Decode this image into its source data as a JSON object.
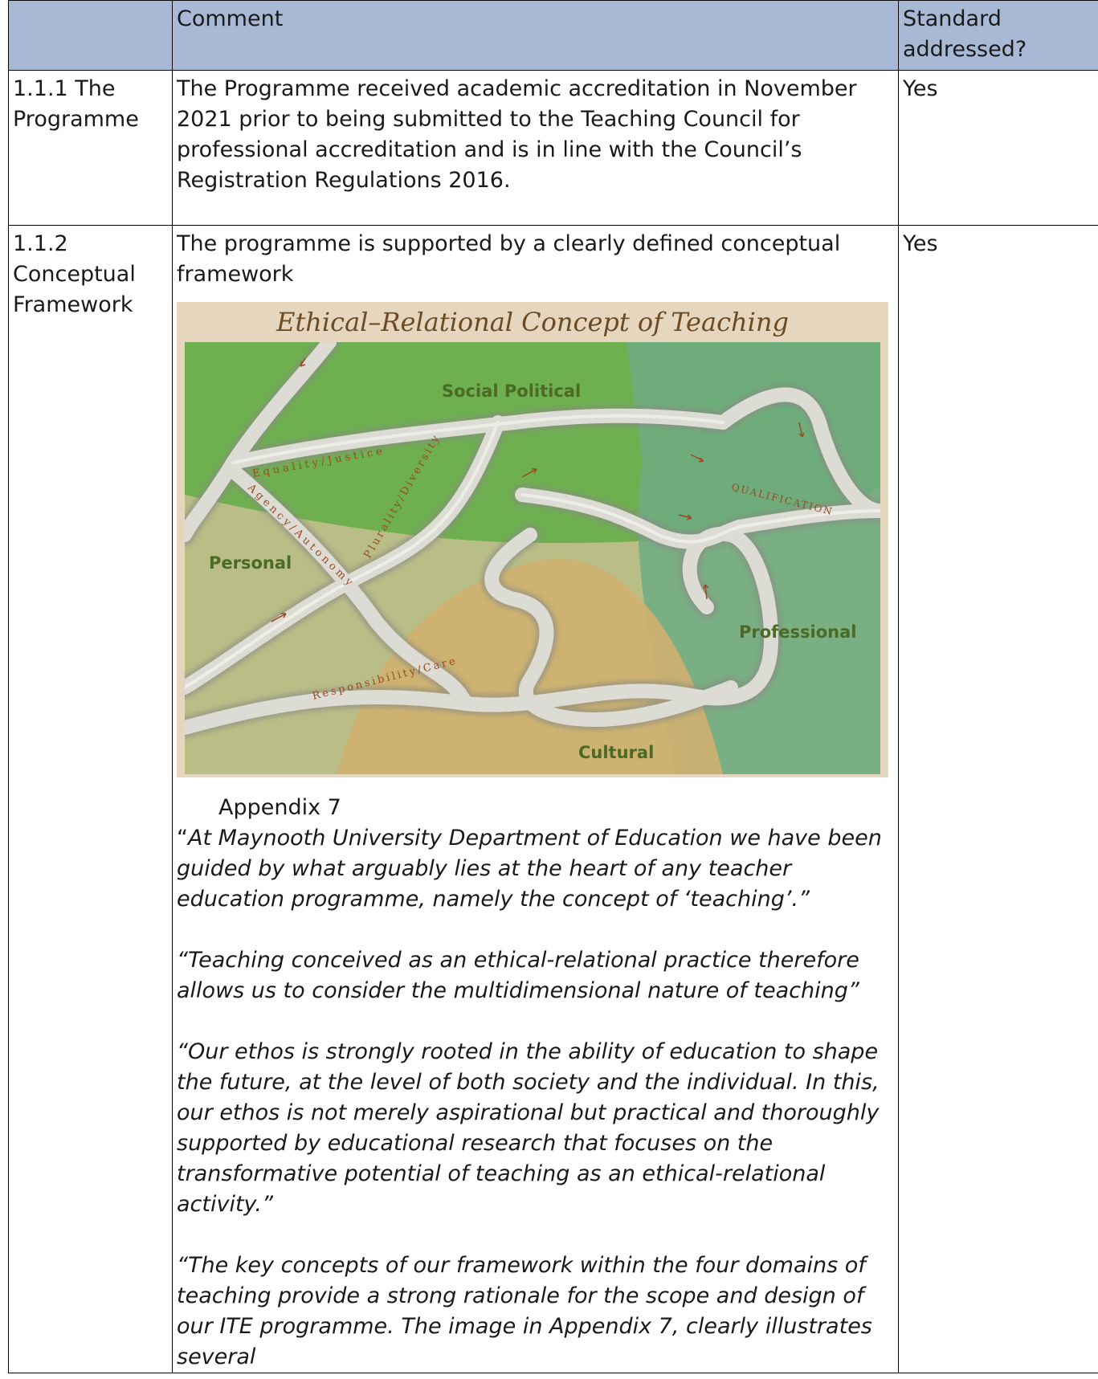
{
  "header": {
    "col1": "",
    "col2": "Comment",
    "col3": "Standard addressed?"
  },
  "rows": [
    {
      "label": "1.1.1 The Programme",
      "comment": "The Programme received academic accreditation in November 2021 prior to being submitted to the Teaching Council for professional accreditation and is in line with the Council’s Registration Regulations 2016.",
      "status": "Yes"
    },
    {
      "label": "1.1.2 Conceptual Framework",
      "comment_intro": "The programme is supported by a clearly defined conceptual framework",
      "status": "Yes",
      "figure": {
        "title": "Ethical–Relational Concept of Teaching",
        "domains": [
          "Social Political",
          "Personal",
          "Professional",
          "Cultural"
        ],
        "paths": [
          "Equality/Justice",
          "Agency/Autonomy",
          "Plurality/Diversity",
          "Responsibility/Care",
          "QUALIFICATION"
        ],
        "colors": {
          "background": "#e5d6bd",
          "social": "#66ad4a",
          "personal": "#bcc27d",
          "cultural": "#cfb06f",
          "professional": "#6eac82",
          "road": "#dcdcd4",
          "label": "#4a6a25",
          "path_text": "#9a4a22"
        }
      },
      "caption": "Appendix 7",
      "quotes": [
        {
          "lead": "“",
          "text": "At Maynooth University Department of Education we have been guided by what arguably lies at the heart of any teacher education programme, namely the concept of ‘teaching’.”"
        },
        {
          "lead": "",
          "text": "“Teaching conceived as an ethical-relational practice therefore allows us to consider the multidimensional nature of teaching”"
        },
        {
          "lead": "",
          "text": "“Our ethos is strongly rooted in the ability of education to shape the future, at the level of both society and the individual. In this, our ethos is not merely aspirational but practical and thoroughly supported by educational research that focuses on the transformative potential of teaching as an ethical-relational activity.”"
        },
        {
          "lead": "",
          "text": "“The key concepts of our framework within the four domains of teaching provide a strong rationale for the scope and design of our ITE programme. The image in Appendix 7, clearly illustrates several"
        }
      ]
    }
  ]
}
